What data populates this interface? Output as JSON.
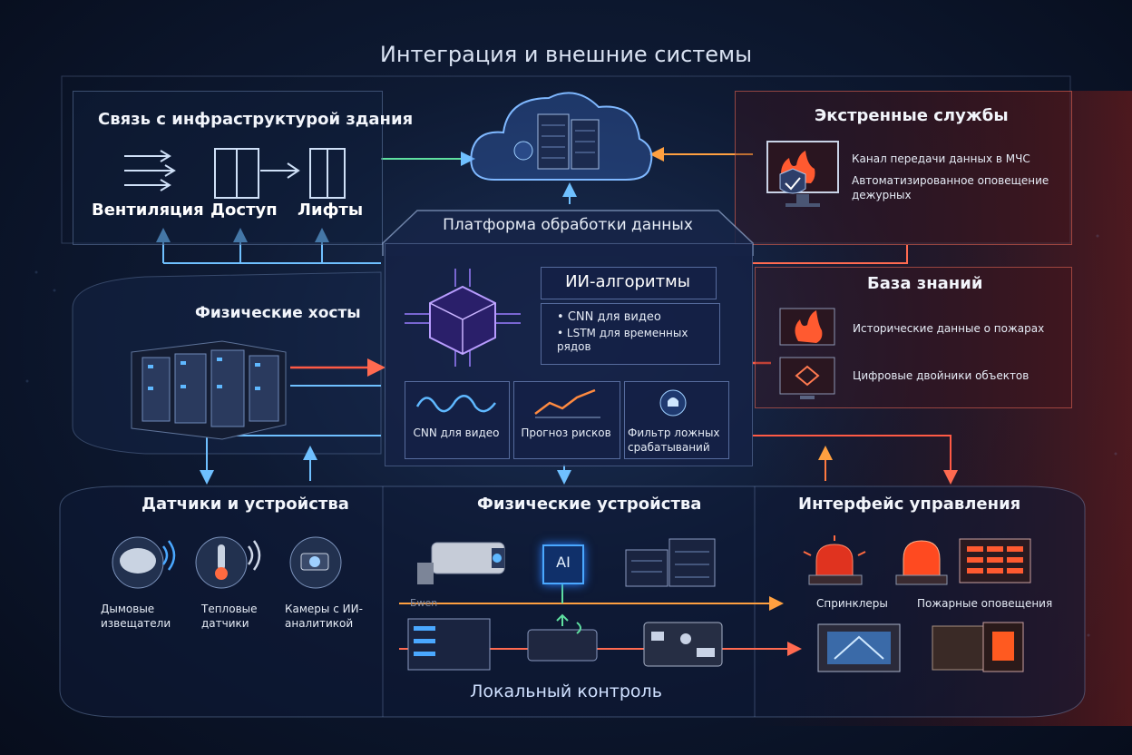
{
  "title": "Интеграция и внешние системы",
  "building": {
    "title": "Связь с инфраструктурой здания",
    "items": [
      "Вентиляция",
      "Доступ",
      "Лифты"
    ]
  },
  "emergency": {
    "title": "Экстренные службы",
    "line1": "Канал передачи данных в МЧС",
    "line2": "Автоматизированное оповещение дежурных"
  },
  "platform": {
    "title": "Платформа обработки данных",
    "ai_title": "ИИ-алгоритмы",
    "ai_items": [
      "CNN для видео",
      "LSTM для временных рядов"
    ],
    "cards": [
      "CNN для видео",
      "Прогноз рисков",
      "Фильтр ложных срабатываний"
    ]
  },
  "hosts": {
    "title": "Физические хосты"
  },
  "knowledge": {
    "title": "База знаний",
    "line1": "Исторические данные о пожарах",
    "line2": "Цифровые двойники объектов"
  },
  "sensors": {
    "title": "Датчики и устройства",
    "items": [
      "Дымовые извещатели",
      "Тепловые датчики",
      "Камеры с ИИ-аналитикой"
    ]
  },
  "devices": {
    "title": "Физические устройства",
    "ai_chip": "AI",
    "brand": "Бwen"
  },
  "control": {
    "title": "Интерфейс управления",
    "items": [
      "Спринклеры",
      "Пожарные оповещения"
    ]
  },
  "local": {
    "title": "Локальный контроль"
  },
  "colors": {
    "blue": "#4aa8ff",
    "red": "#ff5a45",
    "orange": "#ff8a3d",
    "green": "#5fe0a0"
  }
}
